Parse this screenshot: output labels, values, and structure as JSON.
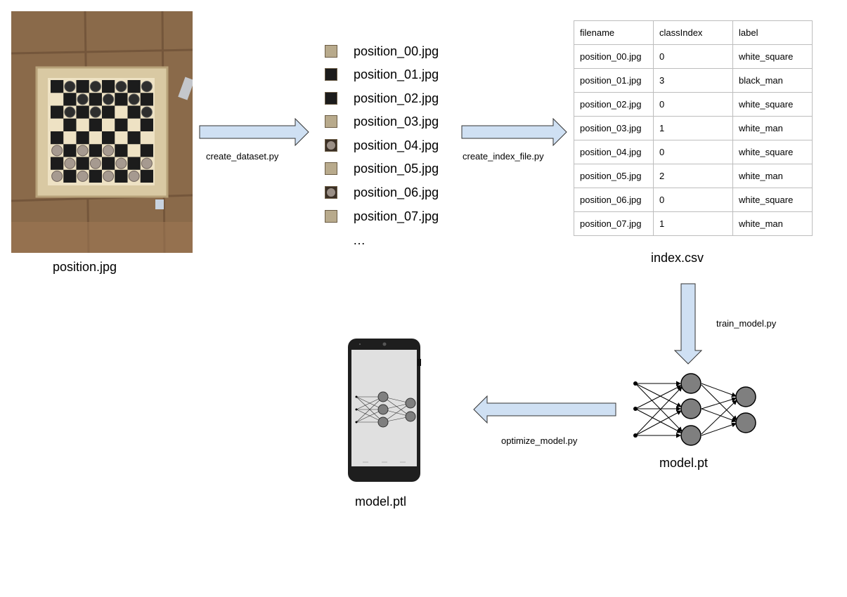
{
  "source_image": {
    "caption": "position.jpg"
  },
  "steps": {
    "create_dataset": "create_dataset.py",
    "create_index": "create_index_file.py",
    "train_model": "train_model.py",
    "optimize_model": "optimize_model.py"
  },
  "files": [
    {
      "name": "position_00.jpg",
      "kind": "white_square"
    },
    {
      "name": "position_01.jpg",
      "kind": "black_square"
    },
    {
      "name": "position_02.jpg",
      "kind": "black_square"
    },
    {
      "name": "position_03.jpg",
      "kind": "white_square"
    },
    {
      "name": "position_04.jpg",
      "kind": "piece"
    },
    {
      "name": "position_05.jpg",
      "kind": "white_square"
    },
    {
      "name": "position_06.jpg",
      "kind": "piece"
    },
    {
      "name": "position_07.jpg",
      "kind": "white_square"
    }
  ],
  "files_more": "…",
  "index_csv": {
    "caption": "index.csv",
    "headers": [
      "filename",
      "classIndex",
      "label"
    ],
    "rows": [
      [
        "position_00.jpg",
        "0",
        "white_square"
      ],
      [
        "position_01.jpg",
        "3",
        "black_man"
      ],
      [
        "position_02.jpg",
        "0",
        "white_square"
      ],
      [
        "position_03.jpg",
        "1",
        "white_man"
      ],
      [
        "position_04.jpg",
        "0",
        "white_square"
      ],
      [
        "position_05.jpg",
        "2",
        "white_man"
      ],
      [
        "position_06.jpg",
        "0",
        "white_square"
      ],
      [
        "position_07.jpg",
        "1",
        "white_man"
      ]
    ]
  },
  "model_pt": {
    "caption": "model.pt"
  },
  "model_ptl": {
    "caption": "model.ptl"
  },
  "colors": {
    "arrow_fill": "#cfe0f3",
    "arrow_stroke": "#333333",
    "node_fill": "#7f7f7f",
    "table_border": "#bdbdbd",
    "board_wood": "#d9c9a3",
    "board_dark": "#1c1c1c",
    "floor": "#8a6a4a"
  }
}
